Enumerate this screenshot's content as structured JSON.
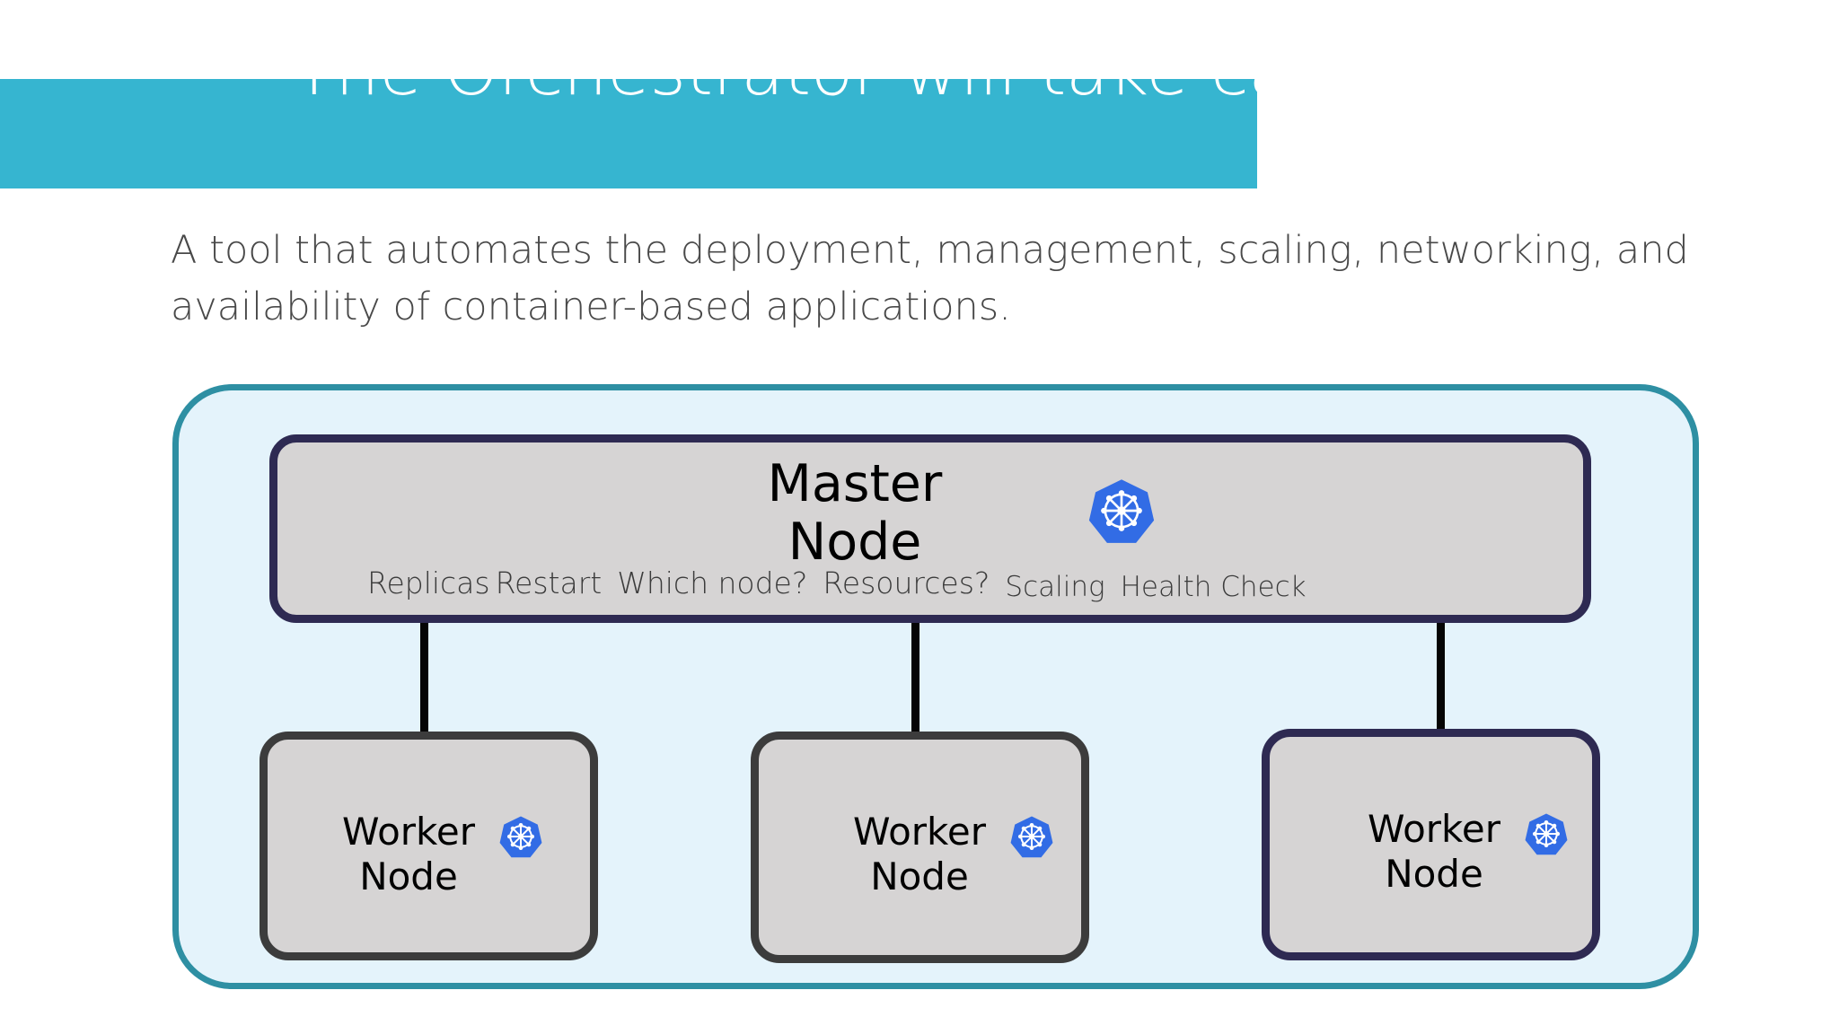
{
  "slide": {
    "title": "The Orchestrator will take care",
    "subtitle": "A tool that automates the deployment, management, scaling, networking, and availability of container-based applications.",
    "colors": {
      "title_band": "#36B5D0",
      "title_text": "#FFFFFF",
      "subtitle_text": "#494949",
      "cluster_border": "#2E8FA3",
      "cluster_fill": "#E4F3FB",
      "master_border": "#2E2A52",
      "node_fill": "#D6D4D4",
      "worker_border_dark": "#3C3C3C",
      "worker_border_navy": "#2E2A52",
      "connector": "#050505",
      "k8s_blue": "#326CE5"
    }
  },
  "diagram": {
    "master": {
      "title_line1": "Master",
      "title_line2": "Node",
      "logo_name": "kubernetes-logo",
      "responsibilities": [
        "Replicas",
        "Restart",
        "Which node?",
        "Resources?",
        "Scaling",
        "Health Check"
      ]
    },
    "workers": [
      {
        "line1": "Worker",
        "line2": "Node",
        "logo_name": "kubernetes-logo",
        "border": "dark"
      },
      {
        "line1": "Worker",
        "line2": "Node",
        "logo_name": "kubernetes-logo",
        "border": "dark"
      },
      {
        "line1": "Worker",
        "line2": "Node",
        "logo_name": "kubernetes-logo",
        "border": "navy"
      }
    ],
    "connectors": [
      {
        "from": "master",
        "to": "worker-0"
      },
      {
        "from": "master",
        "to": "worker-1"
      },
      {
        "from": "master",
        "to": "worker-2"
      }
    ]
  }
}
